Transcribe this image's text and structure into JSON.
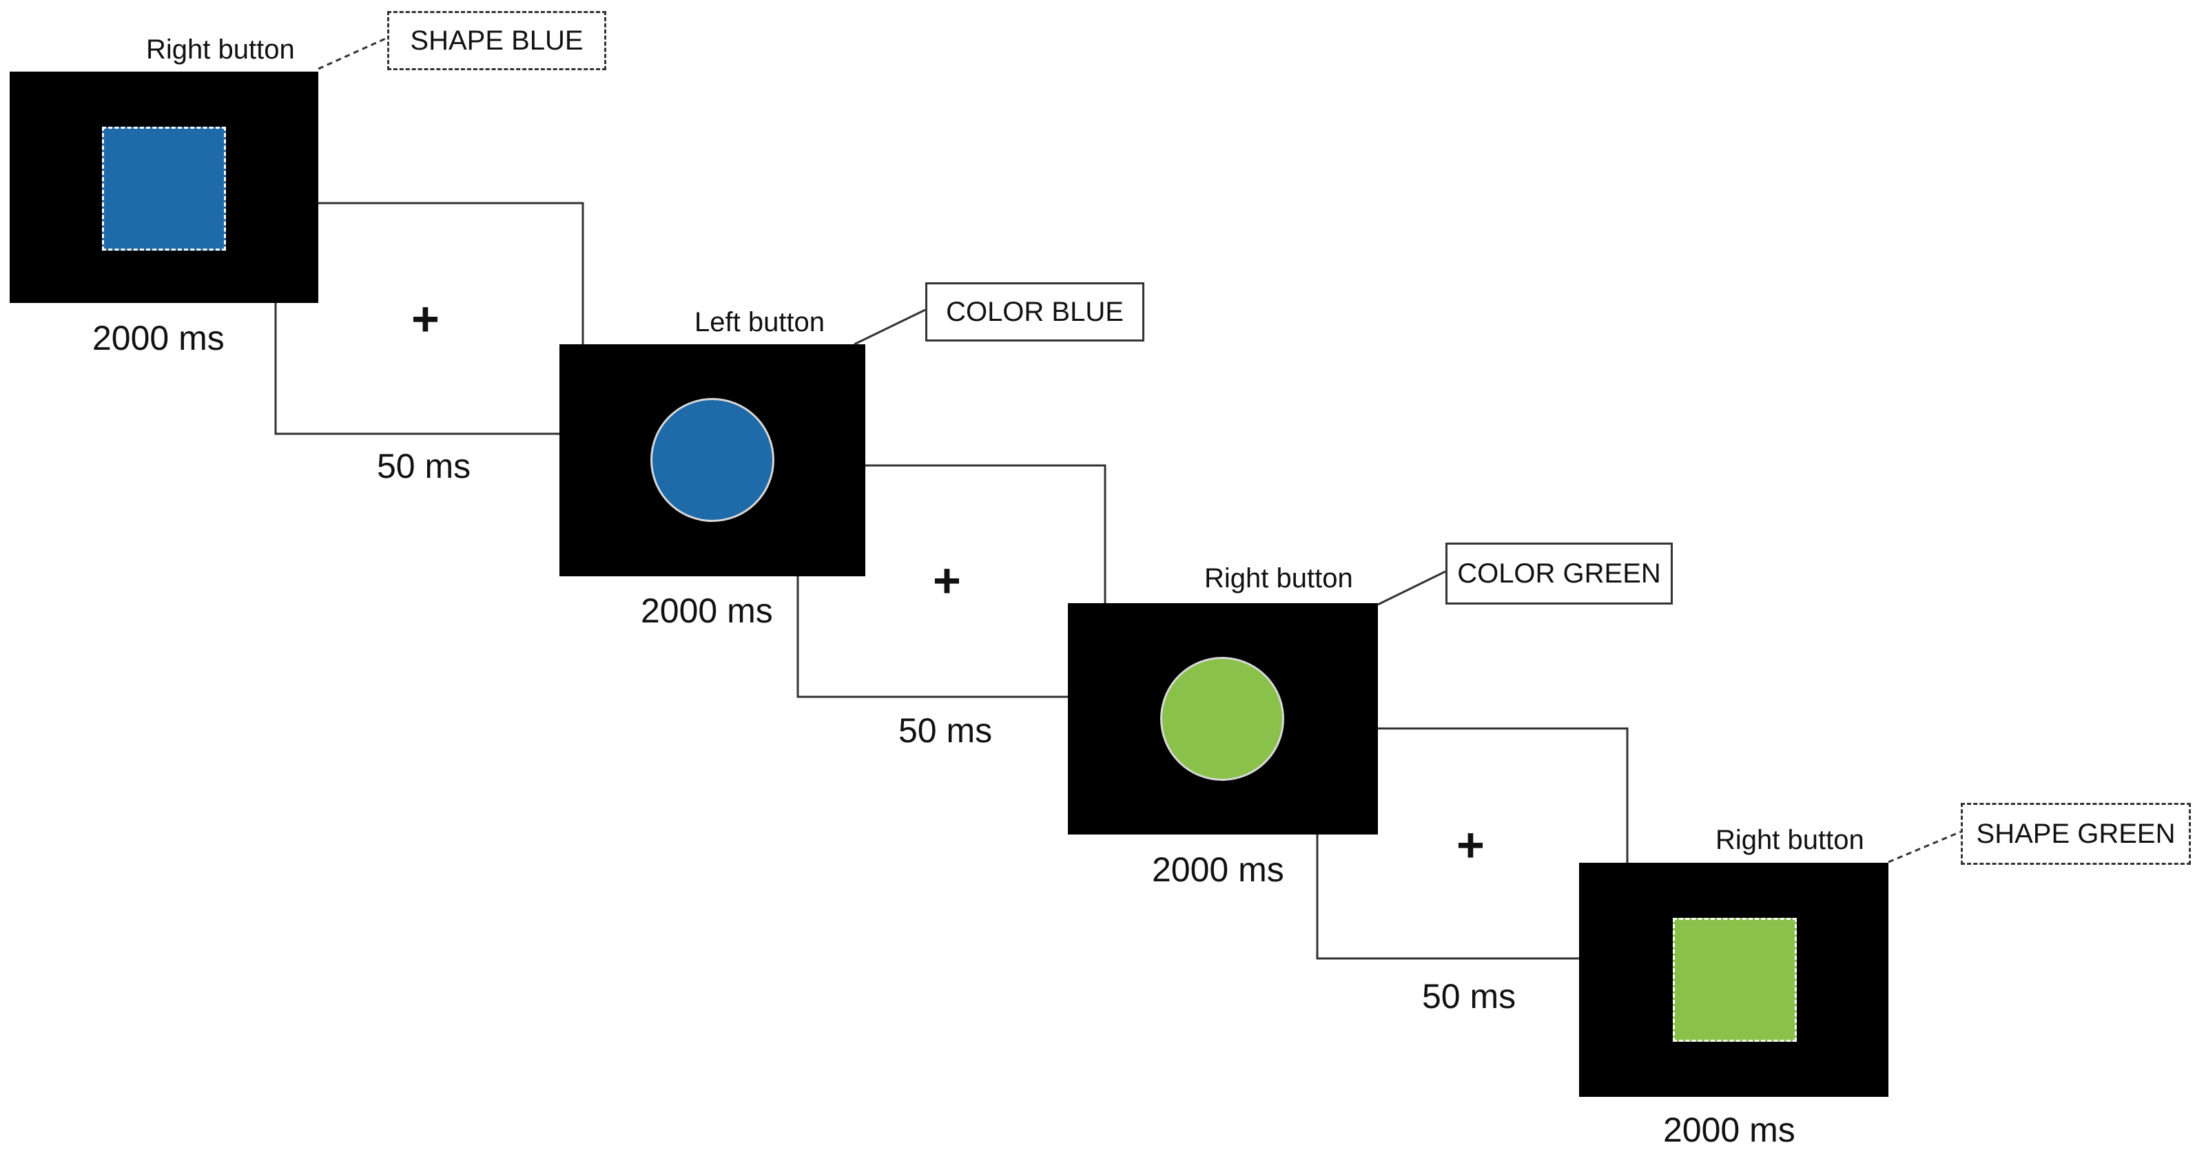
{
  "colors": {
    "blue": "#1f6aa8",
    "green": "#8ac14a",
    "screen": "#000000",
    "line": "#333333"
  },
  "trials": [
    {
      "button": "Right button",
      "rule": "SHAPE BLUE",
      "rule_style": "dashed",
      "shape": "square",
      "color": "blue",
      "duration": "2000 ms"
    },
    {
      "button": "Left button",
      "rule": "COLOR BLUE",
      "rule_style": "solid",
      "shape": "circle",
      "color": "blue",
      "duration": "2000 ms"
    },
    {
      "button": "Right button",
      "rule": "COLOR GREEN",
      "rule_style": "solid",
      "shape": "circle",
      "color": "green",
      "duration": "2000 ms"
    },
    {
      "button": "Right button",
      "rule": "SHAPE GREEN",
      "rule_style": "dashed",
      "shape": "square",
      "color": "green",
      "duration": "2000 ms"
    }
  ],
  "fixations": [
    {
      "symbol": "+",
      "duration": "50 ms"
    },
    {
      "symbol": "+",
      "duration": "50 ms"
    },
    {
      "symbol": "+",
      "duration": "50 ms"
    }
  ]
}
